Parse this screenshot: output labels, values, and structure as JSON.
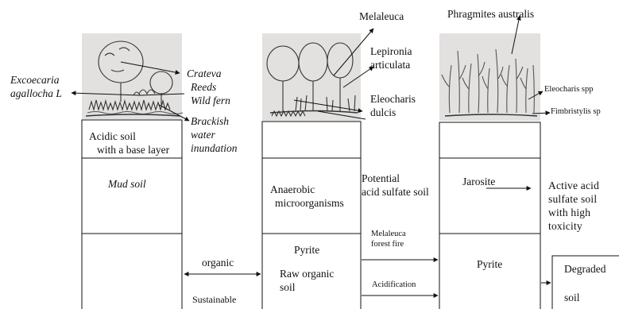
{
  "col1": {
    "labels": {
      "excoecaria": [
        "Excoecaria",
        "agallocha L"
      ],
      "crateva": "Crateva",
      "reeds": "Reeds",
      "wild_fern": "Wild fern",
      "brackish": [
        "Brackish",
        "water",
        "inundation"
      ]
    },
    "layer1": [
      "Acidic soil",
      "with a base layer"
    ],
    "layer2": "Mud soil"
  },
  "col2": {
    "labels": {
      "melaleuca": "Melaleuca",
      "lepironia": [
        "Lepironia",
        "articulata"
      ],
      "eleocharis": [
        "Eleocharis",
        "dulcis"
      ]
    },
    "potential": [
      "Potential",
      "acid sulfate soil"
    ],
    "anaerobic": [
      "Anaerobic",
      "microorganisms"
    ],
    "pyrite": "Pyrite",
    "raw": [
      "Raw organic",
      "soil"
    ]
  },
  "col3": {
    "labels": {
      "phragmites": "Phragmites australis",
      "eleocharis_spp": "Eleocharis spp",
      "fimbristylis": "Fimbristylis sp"
    },
    "jarosite": "Jarosite",
    "active": [
      "Active acid",
      "sulfate soil",
      "with high",
      "toxicity"
    ],
    "pyrite": "Pyrite"
  },
  "arrows": {
    "organic": "organic",
    "sustainable": "Sustainable",
    "melaleuca_fire": [
      "Melaleuca",
      "forest fire"
    ],
    "acidification": "Acidification"
  },
  "col4": {
    "degraded": "Degraded",
    "soil": "soil"
  }
}
